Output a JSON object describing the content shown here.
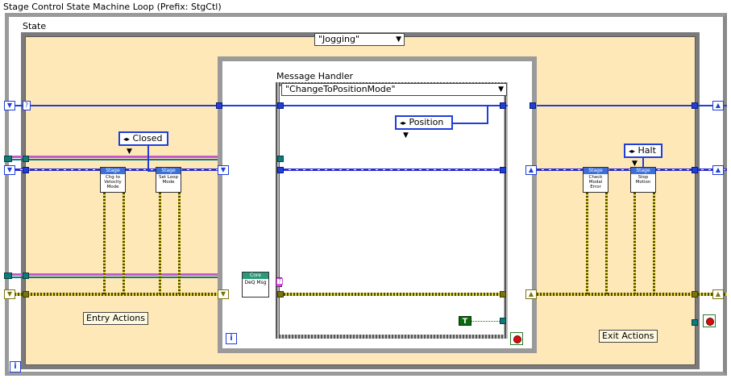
{
  "title": "Stage Control State Machine Loop  (Prefix: StgCtl)",
  "outer_label": "State",
  "case_selector": {
    "value": "\"Jogging\"",
    "arrow": "▼"
  },
  "message_handler": {
    "label": "Message Handler",
    "selector": "\"ChangeToPositionMode\"",
    "arrow": "▼"
  },
  "constants": {
    "closed": "Closed",
    "position": "Position",
    "halt": "Halt",
    "enum_glyph": "◂▸",
    "arrow": "▼"
  },
  "subvis": [
    {
      "header": "Stage",
      "text": "Chg to Velocity Mode"
    },
    {
      "header": "Stage",
      "text": "Set Loop Mode"
    },
    {
      "header": "Core",
      "text": "DeQ Msg"
    },
    {
      "header": "Stage",
      "text": "Check Modal Error"
    },
    {
      "header": "Stage",
      "text": "Stop Motion"
    }
  ],
  "labels": {
    "entry_actions": "Entry Actions",
    "exit_actions": "Exit Actions"
  },
  "iteration_terminal": "i",
  "bool_true": "T",
  "unknown_terminal": "?",
  "colors": {
    "case_background": "#ffe8b8",
    "wire_blue": "#1f3fd8",
    "wire_pink": "#c65ad1",
    "wire_teal": "#0e7a7a",
    "wire_error": "#e0d53a"
  }
}
